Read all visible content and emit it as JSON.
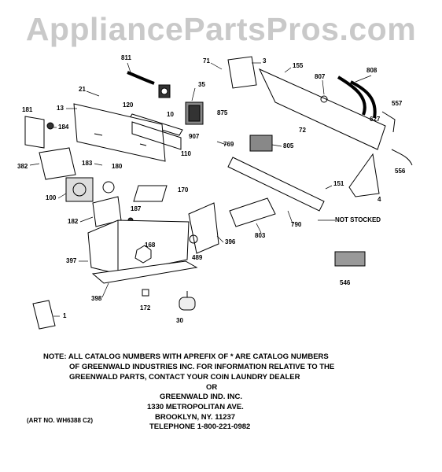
{
  "watermark": "AppliancePartsPros.com",
  "part_labels": {
    "p811": "811",
    "p71": "71",
    "p3": "3",
    "p155": "155",
    "p807": "807",
    "p808": "808",
    "p21": "21",
    "p35": "35",
    "p10": "10",
    "p120": "120",
    "p875": "875",
    "p557": "557",
    "p181": "181",
    "p13": "13",
    "p184": "184",
    "p72": "72",
    "p627": "627",
    "p907": "907",
    "p769": "769",
    "p805": "805",
    "p110": "110",
    "p556": "556",
    "p382": "382",
    "p183": "183",
    "p180": "180",
    "p151": "151",
    "p170": "170",
    "p4": "4",
    "p100": "100",
    "p187": "187",
    "p182": "182",
    "not_stocked": "NOT STOCKED",
    "p790": "790",
    "p803": "803",
    "p168": "168",
    "p396": "396",
    "p397": "397",
    "p489": "489",
    "p546": "546",
    "p398": "398",
    "p172": "172",
    "p1": "1",
    "p30": "30"
  },
  "note": {
    "line1": "NOTE: ALL CATALOG NUMBERS WITH APREFIX OF * ARE CATALOG NUMBERS",
    "line2": "OF GREENWALD INDUSTRIES INC. FOR INFORMATION RELATIVE TO THE",
    "line3": "GREENWALD PARTS, CONTACT YOUR COIN LAUNDRY DEALER",
    "line4": "OR",
    "line5": "GREENWALD IND. INC.",
    "line6": "1330 METROPOLITAN AVE.",
    "line7": "BROOKLYN, NY. 11237",
    "line8": "TELEPHONE 1-800-221-0982"
  },
  "art_no": "(ART NO. WH6388 C2)"
}
